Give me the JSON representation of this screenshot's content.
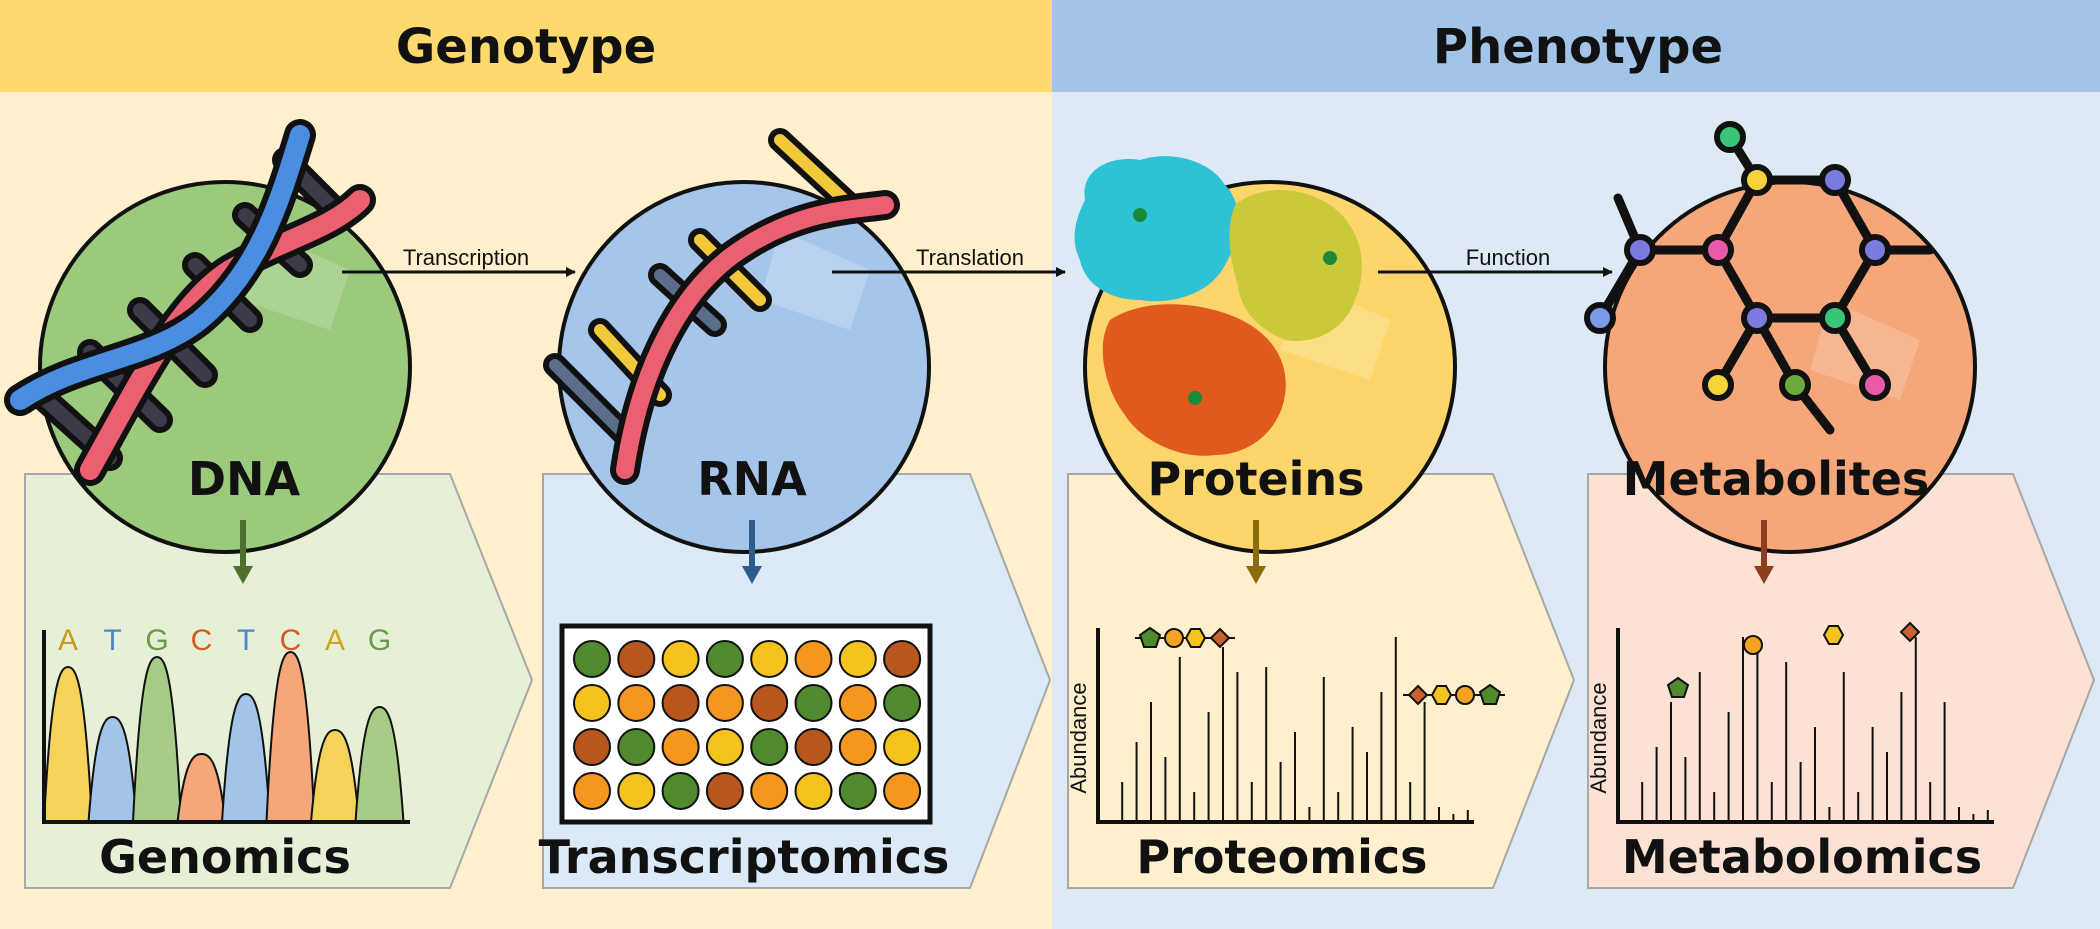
{
  "headers": {
    "genotype": "Genotype",
    "phenotype": "Phenotype"
  },
  "molecules": {
    "dna": "DNA",
    "rna": "RNA",
    "proteins": "Proteins",
    "metabolites": "Metabolites"
  },
  "arrows": {
    "transcription": "Transcription",
    "translation": "Translation",
    "function": "Function"
  },
  "omics": {
    "genomics": "Genomics",
    "transcriptomics": "Transcriptomics",
    "proteomics": "Proteomics",
    "metabolomics": "Metabolomics"
  },
  "sequence": {
    "bases": [
      "A",
      "T",
      "G",
      "C",
      "T",
      "C",
      "A",
      "G"
    ],
    "base_colors": [
      "#c89a1e",
      "#4a86c8",
      "#6a9a4a",
      "#d45a1e",
      "#4a86c8",
      "#d45a1e",
      "#d4a21e",
      "#6a9a4a"
    ]
  },
  "axis": {
    "abundance": "Abundance"
  },
  "colors": {
    "genotype_header": "#fdd96e",
    "phenotype_header": "#a2c4e8",
    "genotype_bg": "#fef0cc",
    "phenotype_bg": "#ddeaf6",
    "dna_circle": "#9cca7c",
    "rna_circle": "#a5c6ea",
    "protein_circle": "#fcd66a",
    "metabolite_circle": "#f5a77a"
  }
}
